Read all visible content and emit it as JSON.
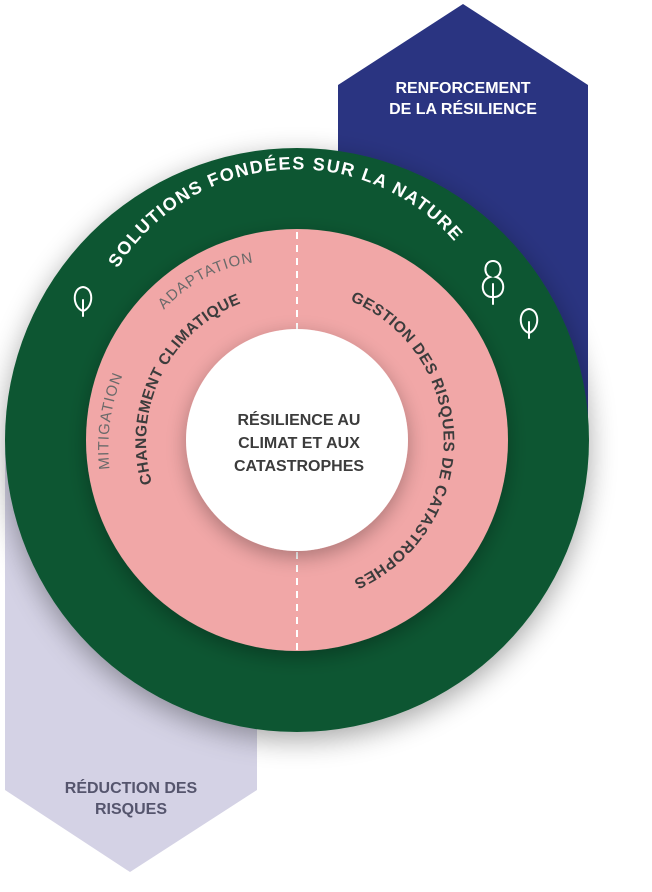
{
  "banners": {
    "top": {
      "line1": "RENFORCEMENT",
      "line2": "DE LA RÉSILIENCE"
    },
    "bottom": {
      "line1": "RÉDUCTION DES",
      "line2": "RISQUES"
    }
  },
  "rings": {
    "outer_label": "SOLUTIONS FONDÉES SUR LA NATURE",
    "left_title": "CHANGEMENT CLIMATIQUE",
    "left_sub_top": "ADAPTATION",
    "left_sub_side": "MITIGATION",
    "right_title": "GESTION DES RISQUES DE CATASTROPHES"
  },
  "center": {
    "line1": "RÉSILIENCE AU",
    "line2": "CLIMAT ET AUX",
    "line3": "CATASTROPHES"
  },
  "icons": [
    "tree-icon",
    "tree-icon",
    "tree-icon"
  ],
  "colors": {
    "navy": "#2a3481",
    "lavender": "#d4d2e5",
    "green": "#0d5631",
    "pink": "#f1a7a7",
    "white": "#ffffff",
    "dark_text": "#3c3c3c",
    "grey_text": "#6a6a6a",
    "lavender_text": "#55556d"
  }
}
